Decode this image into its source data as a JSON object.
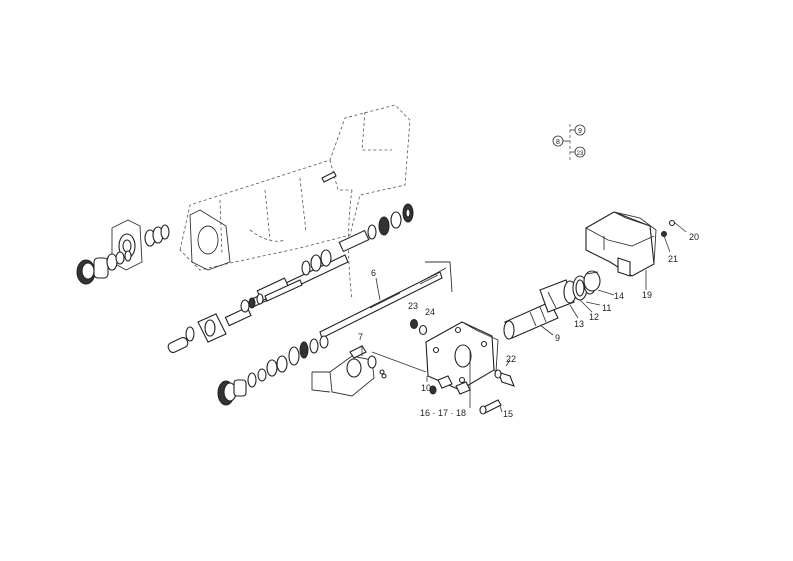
{
  "callouts": {
    "c6": "6",
    "c7": "7",
    "c9": "9",
    "c10": "10",
    "c11": "11",
    "c12": "12",
    "c13": "13",
    "c14": "14",
    "c15": "15",
    "c16_18": "16 · 17 · 18",
    "c19": "19",
    "c20": "20",
    "c21": "21",
    "c22": "22",
    "c23": "23",
    "c24": "24"
  },
  "legend": {
    "left": "8",
    "top": "9",
    "bottom": "23"
  }
}
